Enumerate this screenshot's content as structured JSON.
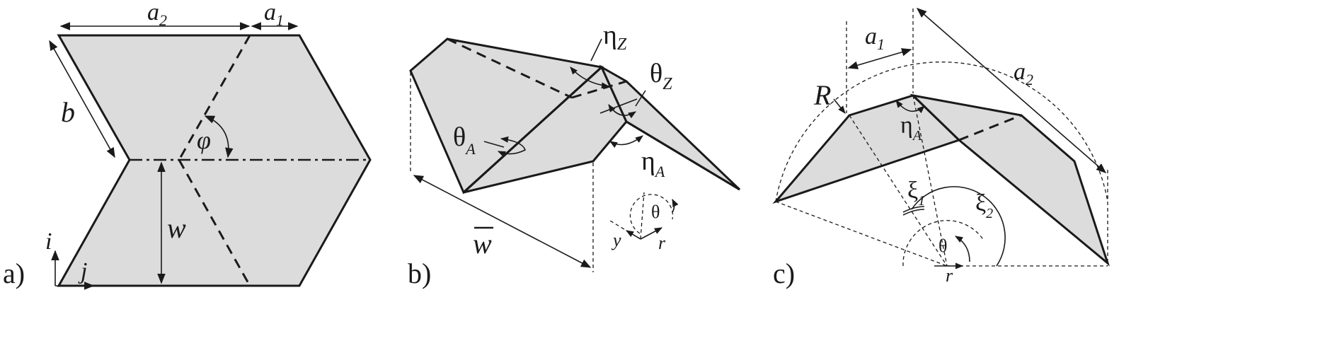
{
  "panels": {
    "a": {
      "label": "a)",
      "a2": "a",
      "a2_sub": "2",
      "a1": "a",
      "a1_sub": "1",
      "b": "b",
      "phi": "φ",
      "w": "w",
      "i": "i",
      "j": "j"
    },
    "b": {
      "label": "b)",
      "eta_z": "η",
      "eta_z_sub": "Z",
      "theta_z": "θ",
      "theta_z_sub": "Z",
      "theta_a": "θ",
      "theta_a_sub": "A",
      "eta_a": "η",
      "eta_a_sub": "A",
      "w_bar": "w",
      "theta": "θ",
      "y": "y",
      "r": "r"
    },
    "c": {
      "label": "c)",
      "a1": "a",
      "a1_sub": "1",
      "a2": "a",
      "a2_sub": "2",
      "R": "R",
      "eta_a": "η",
      "eta_a_sub": "A",
      "xi1": "ξ",
      "xi1_sub": "1",
      "xi2": "ξ",
      "xi2_sub": "2",
      "theta": "θ",
      "r": "r"
    }
  },
  "colors": {
    "face": "#dcdcdc",
    "line": "#1a1a1a",
    "background": "#ffffff"
  }
}
